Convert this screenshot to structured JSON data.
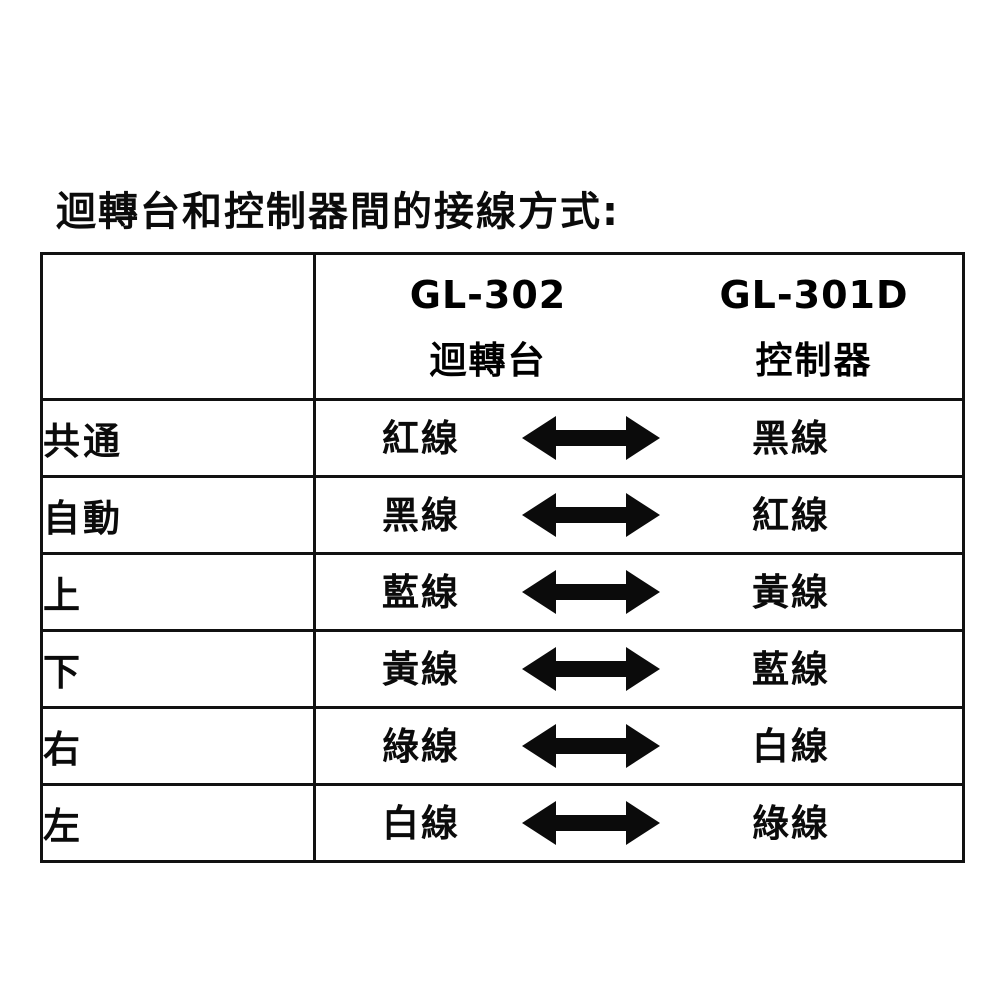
{
  "title": "迴轉台和控制器間的接線方式:",
  "table": {
    "header": {
      "function_column": "",
      "left_device": {
        "model": "GL-302",
        "name": "迴轉台"
      },
      "right_device": {
        "model": "GL-301D",
        "name": "控制器"
      }
    },
    "rows": [
      {
        "function": "共通",
        "left_wire": "紅線",
        "connector": "double-arrow",
        "right_wire": "黑線"
      },
      {
        "function": "自動",
        "left_wire": "黑線",
        "connector": "double-arrow",
        "right_wire": "紅線"
      },
      {
        "function": "上",
        "left_wire": "藍線",
        "connector": "double-arrow",
        "right_wire": "黃線"
      },
      {
        "function": "下",
        "left_wire": "黃線",
        "connector": "double-arrow",
        "right_wire": "藍線"
      },
      {
        "function": "右",
        "left_wire": "綠線",
        "connector": "double-arrow",
        "right_wire": "白線"
      },
      {
        "function": "左",
        "left_wire": "白線",
        "connector": "double-arrow",
        "right_wire": "綠線"
      }
    ]
  },
  "colors": {
    "ink": "#0b0b0b",
    "rule": "#111111",
    "background": "#ffffff"
  }
}
